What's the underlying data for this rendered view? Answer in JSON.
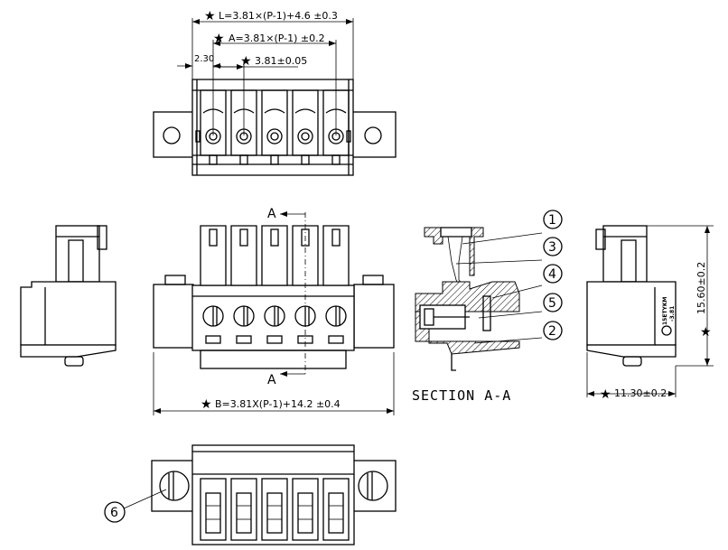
{
  "dimensions": {
    "L": "L=3.81×(P-1)+4.6 ±0.3",
    "A": "A=3.81×(P-1) ±0.2",
    "pitch": "3.81±0.05",
    "offset": "2.30",
    "B": "B=3.81X(P-1)+14.2 ±0.4",
    "height": "15.60±0.2",
    "depth": "11.30±0.2",
    "star": "★"
  },
  "section": {
    "marker_top": "A",
    "marker_bottom": "A",
    "title": "SECTION A-A"
  },
  "callouts": [
    "1",
    "3",
    "4",
    "5",
    "2",
    "6"
  ],
  "side_label": {
    "line1": "15EТYKM",
    "line2": "-3.81"
  }
}
